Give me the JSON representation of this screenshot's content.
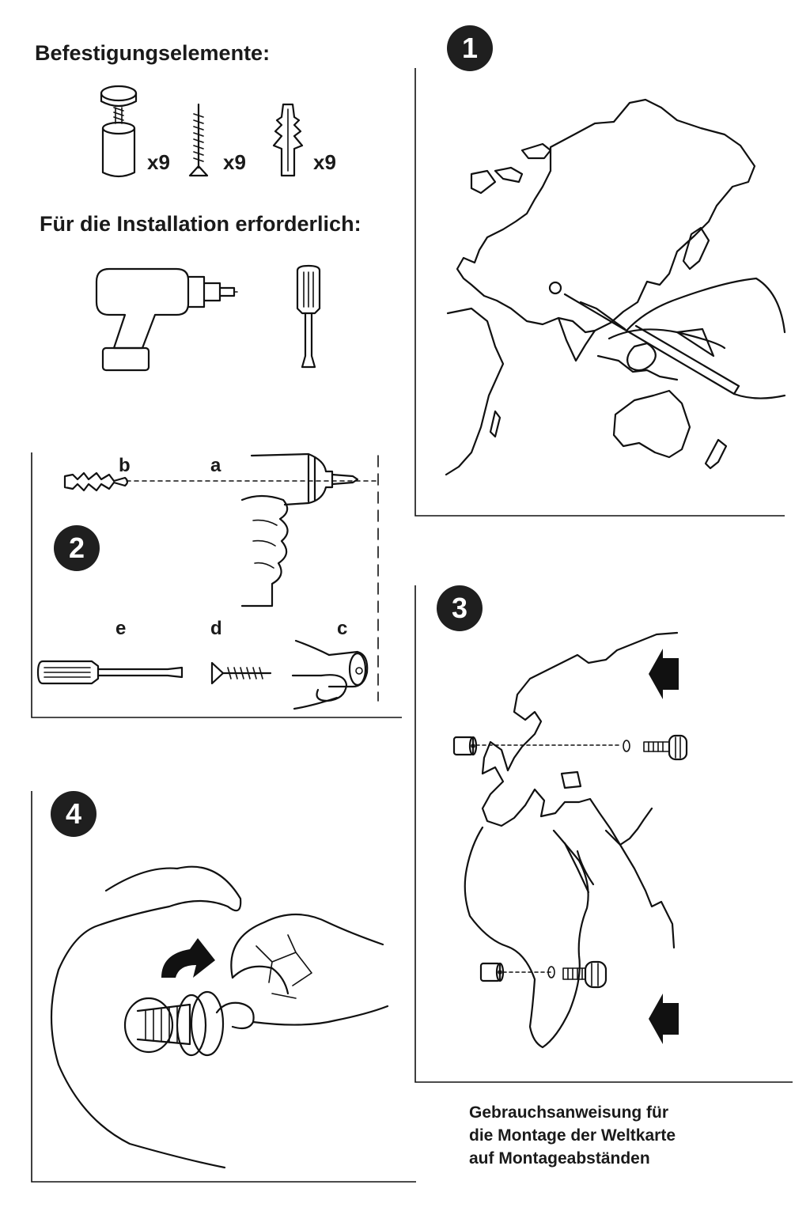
{
  "fasteners": {
    "heading": "Befestigungselemente:",
    "items": [
      {
        "icon": "standoff-icon",
        "qty": "x9"
      },
      {
        "icon": "screw-icon",
        "qty": "x9"
      },
      {
        "icon": "wall-plug-icon",
        "qty": "x9"
      }
    ]
  },
  "tools": {
    "heading": "Für die Installation erforderlich:",
    "items": [
      "drill-icon",
      "screwdriver-icon"
    ]
  },
  "steps": {
    "s1": "1",
    "s2": "2",
    "s3": "3",
    "s4": "4"
  },
  "step2_labels": {
    "a": "a",
    "b": "b",
    "c": "c",
    "d": "d",
    "e": "e"
  },
  "caption": {
    "line1": "Gebrauchsanweisung für",
    "line2": "die Montage der Weltkarte",
    "line3": "auf Montageabständen"
  }
}
